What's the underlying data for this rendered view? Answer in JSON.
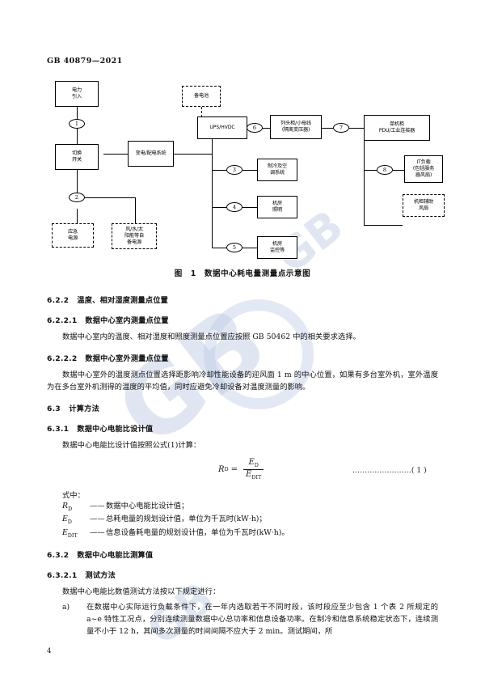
{
  "header": {
    "standard_code": "GB 40879—2021"
  },
  "watermark": {
    "text_large": "GB",
    "text_small": "GB",
    "text_bottom": "GB"
  },
  "figure": {
    "caption_label": "图",
    "caption_number": "1",
    "caption_title": "数据中心耗电量测量点示意图",
    "nodes": [
      {
        "id": "power-inlet",
        "label": "电力\n引入",
        "style": "solid"
      },
      {
        "id": "transfer-switch",
        "label": "切换\n开关",
        "style": "solid"
      },
      {
        "id": "substation-dist",
        "label": "变电/配电系统",
        "style": "solid"
      },
      {
        "id": "emergency-power",
        "label": "应急\n电源",
        "style": "dashed"
      },
      {
        "id": "self-supply-power",
        "label": "风/水/太\n阳能等自\n备电源",
        "style": "dashed"
      },
      {
        "id": "backup-battery",
        "label": "备电池",
        "style": "dashed"
      },
      {
        "id": "ups-hvdc",
        "label": "UPS/HVDC",
        "style": "solid"
      },
      {
        "id": "cooling-hvac",
        "label": "制冷及空\n调系统",
        "style": "solid"
      },
      {
        "id": "room-lighting",
        "label": "机房\n照明",
        "style": "solid"
      },
      {
        "id": "room-monitoring",
        "label": "机房\n监控等",
        "style": "solid"
      },
      {
        "id": "row-pdu-busway",
        "label": "列头柜/小母线\n(隔离变压器)",
        "style": "solid"
      },
      {
        "id": "rack-pdu",
        "label": "单机柜\nPDU/工业连接器",
        "style": "solid"
      },
      {
        "id": "it-load",
        "label": "IT负载\n(包括服务\n器风扇)",
        "style": "solid"
      },
      {
        "id": "rack-aux-fan",
        "label": "机柜辅助\n风扇",
        "style": "dashed"
      }
    ],
    "measurement_tags": [
      "1",
      "2",
      "3",
      "4",
      "5",
      "6",
      "7",
      "8"
    ]
  },
  "sections": [
    {
      "number": "6.2.2",
      "title": "温度、相对湿度测量点位置"
    },
    {
      "number": "6.2.2.1",
      "title": "数据中心室内测量点位置",
      "paragraph": "数据中心室内的温度、相对湿度和照度测量点位置应按照 GB 50462 中的相关要求选择。"
    },
    {
      "number": "6.2.2.2",
      "title": "数据中心室外测量点位置",
      "paragraph": "数据中心室外的温度测点位置选择距影响冷却性能设备的迎风面 1 m 的中心位置，如果有多台室外机，室外温度为在多台室外机测得的温度的平均值，同时应避免冷却设备对温度测量的影响。"
    },
    {
      "number": "6.3",
      "title": "计算方法"
    },
    {
      "number": "6.3.1",
      "title": "数据中心电能比设计值",
      "paragraph": "数据中心电能比设计值按照公式(1)计算："
    },
    {
      "number": "6.3.2",
      "title": "数据中心电能比测算值"
    },
    {
      "number": "6.3.2.1",
      "title": "测试方法",
      "paragraph": "数据中心电能比数值测试方法按以下规定进行："
    }
  ],
  "formula": {
    "lhs_symbol": "R",
    "lhs_subscript": "D",
    "equals": "=",
    "numerator_symbol": "E",
    "numerator_subscript": "D",
    "denominator_symbol": "E",
    "denominator_subscript": "DIT",
    "equation_dots": "……………………",
    "equation_number": "( 1 )",
    "where_label": "式中：",
    "definitions": [
      {
        "symbol": "R",
        "subscript": "D",
        "dash": "——",
        "text": "数据中心电能比设计值；"
      },
      {
        "symbol": "E",
        "subscript": "D",
        "dash": "——",
        "text": "总耗电量的规划设计值，单位为千瓦时(kW·h)；"
      },
      {
        "symbol": "E",
        "subscript": "DIT",
        "dash": "——",
        "text": "信息设备耗电量的规划设计值，单位为千瓦时(kW·h)。"
      }
    ]
  },
  "list_items": [
    {
      "marker": "a)",
      "text": "在数据中心实际运行负载条件下，在一年内选取若干不同时段，该时段应至少包含 1 个表 2 所规定的 a~e 特性工况点，分别连续测量数据中心总功率和信息设备功率。在制冷和信息系统稳定状态下，连续测量不小于 12 h，其间多次测量的时间间隔不应大于 2 min。测试期间，所"
    }
  ],
  "footer": {
    "page_number": "4"
  }
}
